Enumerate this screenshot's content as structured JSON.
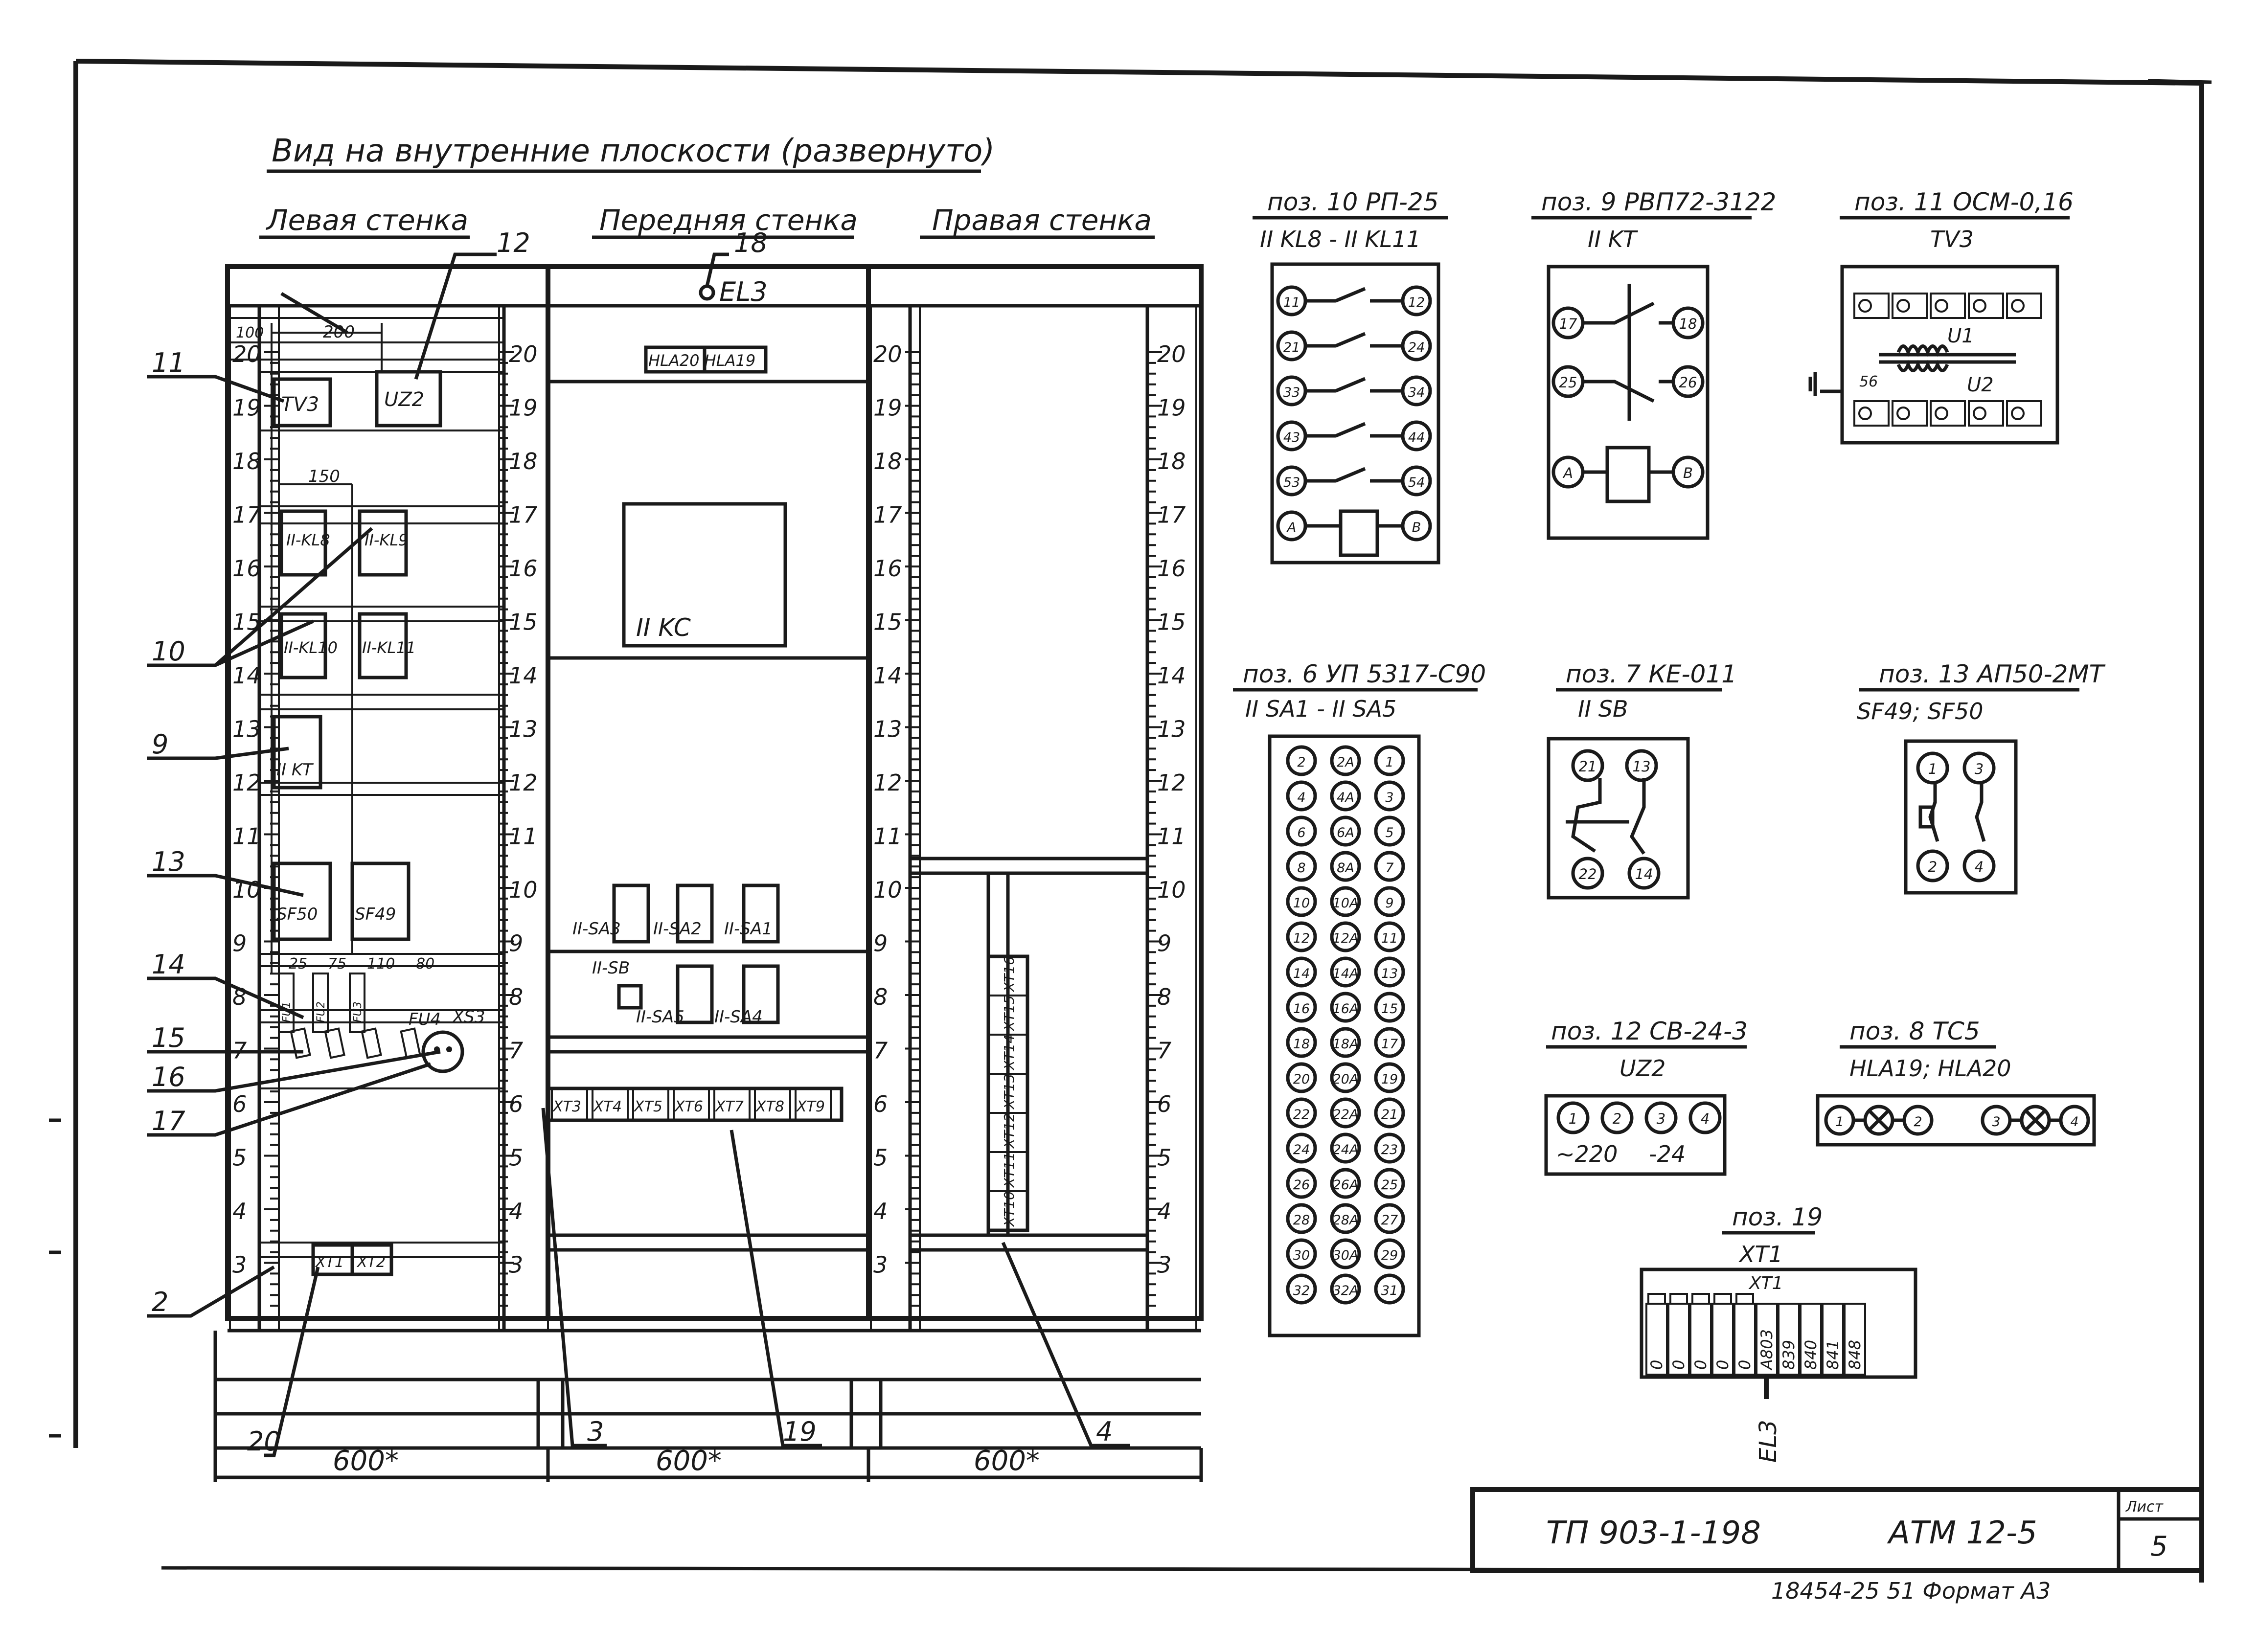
{
  "view_title": "Вид на внутренние плоскости (развернуто)",
  "walls": {
    "left": "Левая стенка",
    "front": "Передняя стенка",
    "right": "Правая стенка"
  },
  "scale_numbers": [
    "20",
    "19",
    "18",
    "17",
    "16",
    "15",
    "14",
    "13",
    "12",
    "11",
    "10",
    "9",
    "8",
    "7",
    "6",
    "5",
    "4",
    "3"
  ],
  "dims": {
    "d100": "100",
    "d200": "200",
    "d150": "150",
    "d25": "25",
    "d75a": "75",
    "d110": "110",
    "d80": "80",
    "width": "600*"
  },
  "callouts": [
    "11",
    "12",
    "18",
    "10",
    "9",
    "13",
    "14",
    "15",
    "16",
    "17",
    "2",
    "20",
    "3",
    "19",
    "4"
  ],
  "left_wall": {
    "tv3": "TV3",
    "uz2": "UZ2",
    "kl8": "II-KL8",
    "kl9": "II-KL9",
    "kl10": "II-KL10",
    "kl11": "II-KL11",
    "kt": "II KT",
    "sf50": "SF50",
    "sf49": "SF49",
    "fu": [
      "FU1",
      "FU2",
      "FU3"
    ],
    "fu4": "FU4",
    "xs3": "XS3",
    "xt1": "XT1",
    "xt2": "XT2"
  },
  "front_wall": {
    "el3": "EL3",
    "hla": "HLA20 HLA19",
    "kc": "II KC",
    "sa3": "II-SA3",
    "sa2": "II-SA2",
    "sa1": "II-SA1",
    "sb": "II-SB",
    "sa5": "II-SA5",
    "sa4": "II-SA4",
    "terminals": [
      "XT3",
      "XT4",
      "XT5",
      "XT6",
      "XT7",
      "XT8",
      "XT9"
    ]
  },
  "right_wall": {
    "terminals": [
      "XT16",
      "XT15",
      "XT14",
      "XT13",
      "XT12",
      "XT11",
      "XT10"
    ]
  },
  "pos10": {
    "title": "поз. 10 РП-25",
    "sub": "II KL8 - II KL11",
    "left": [
      "11",
      "21",
      "33",
      "43",
      "53",
      "A"
    ],
    "right": [
      "12",
      "24",
      "34",
      "44",
      "54",
      "B"
    ]
  },
  "pos9": {
    "title": "поз. 9 РВП72-3122",
    "sub": "II KT",
    "pins": [
      "17",
      "18",
      "25",
      "26",
      "A",
      "B"
    ]
  },
  "pos11": {
    "title": "поз. 11 ОСМ-0,16",
    "sub": "TV3",
    "u1": "U1",
    "u2": "U2",
    "s6": "56"
  },
  "pos6": {
    "title": "поз. 6 УП 5317-С90",
    "sub": "II SA1 - II SA5",
    "col_left": [
      "2",
      "4",
      "6",
      "8",
      "10",
      "12",
      "14",
      "16",
      "18",
      "20",
      "22",
      "24",
      "26",
      "28",
      "30",
      "32"
    ],
    "col_mid": [
      "2A",
      "4A",
      "6A",
      "8A",
      "10A",
      "12A",
      "14A",
      "16A",
      "18A",
      "20A",
      "22A",
      "24A",
      "26A",
      "28A",
      "30A",
      "32A"
    ],
    "col_right": [
      "1",
      "3",
      "5",
      "7",
      "9",
      "11",
      "13",
      "15",
      "17",
      "19",
      "21",
      "23",
      "25",
      "27",
      "29",
      "31"
    ]
  },
  "pos7": {
    "title": "поз. 7 КЕ-011",
    "sub": "II SB",
    "pins": [
      "21",
      "13",
      "22",
      "14"
    ]
  },
  "pos13": {
    "title": "поз. 13 АП50-2МТ",
    "sub": "SF49; SF50",
    "pins": [
      "1",
      "3",
      "2",
      "4"
    ]
  },
  "pos12": {
    "title": "поз. 12 СВ-24-3",
    "sub": "UZ2",
    "pins": [
      "1",
      "2",
      "3",
      "4"
    ],
    "v1": "~220",
    "v2": "-24"
  },
  "pos8": {
    "title": "поз. 8 ТС5",
    "sub": "HLA19; HLA20",
    "pins": [
      "1",
      "2",
      "3",
      "4"
    ]
  },
  "pos19": {
    "title": "поз. 19",
    "sub": "XT1",
    "label": "XT1",
    "zeros": [
      "0",
      "0",
      "0",
      "0",
      "0"
    ],
    "wires": [
      "A803",
      "839",
      "840",
      "841",
      "848"
    ],
    "el3": "EL3"
  },
  "stamp": {
    "doc": "ТП 903-1-198",
    "code": "АТМ 12-5",
    "sheet_label": "Лист",
    "sheet": "5",
    "bottom": "18454-25   51   Формат А3"
  }
}
